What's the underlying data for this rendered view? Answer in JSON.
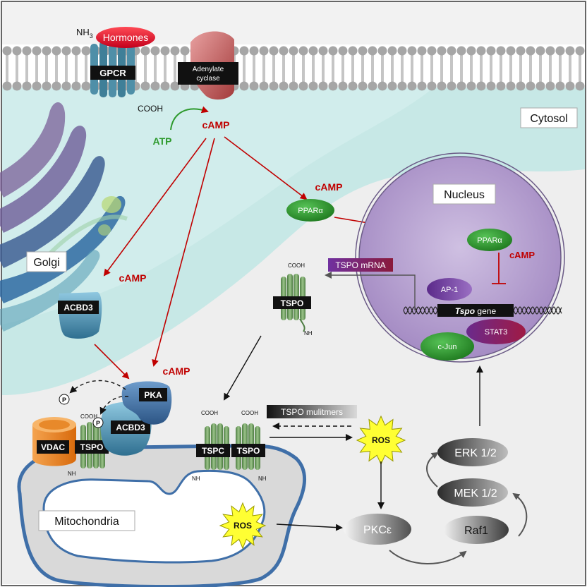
{
  "labels": {
    "nh3_top": "NH",
    "nh3_sub": "3",
    "hormones": "Hormones",
    "gpcr": "GPCR",
    "adenylate_line1": "Adenylate",
    "adenylate_line2": "cyclase",
    "cooh_gpcr": "COOH",
    "camp_main": "cAMP",
    "atp": "ATP",
    "cytosol": "Cytosol",
    "golgi": "Golgi",
    "camp_left": "cAMP",
    "camp_mid": "cAMP",
    "camp_ppar": "cAMP",
    "ppar_cyto": "PPARα",
    "nucleus": "Nucleus",
    "ppar_nuc": "PPARα",
    "camp_nuc": "cAMP",
    "tspo_mrna": "TSPO mRNA",
    "ap1": "AP-1",
    "tspo_gene_italic": "Tspo",
    "tspo_gene_rest": " gene",
    "stat3": "STAT3",
    "cjun": "c-Jun",
    "acbd3_top": "ACBD3",
    "cooh_free": "COOH",
    "tspo_free": "TSPO",
    "nh3_free": "NH",
    "pka": "PKA",
    "acbd3_low": "ACBD3",
    "p1": "P",
    "p2": "P",
    "cooh_vdac": "COOH",
    "vdac": "VDAC",
    "tspo_vdac": "TSPO",
    "nh3_vdac": "NH",
    "cooh_m1": "COOH",
    "cooh_m2": "COOH",
    "tspc": "TSPC",
    "tspo_m2": "TSPO",
    "nh3_m1": "NH",
    "nh3_m2": "NH",
    "tspo_multimers": "TSPO mulitmers",
    "ros_right": "ROS",
    "ros_mito": "ROS",
    "mitochondria": "Mitochondria",
    "pkce": "PKCε",
    "erk": "ERK 1/2",
    "mek": "MEK 1/2",
    "raf1": "Raf1"
  },
  "colors": {
    "camp_red": "#c00000",
    "atp_green": "#2e9a2e",
    "membrane_grey": "#a6a6a6",
    "cytosol_teal": "#bfe6e4",
    "nucleus_purple": "#b7a3cf",
    "mito_blue": "#3f6fa8",
    "ppar_green": "#2f9e2f",
    "tspo_green": "#6b9b5a",
    "vdac_orange": "#f07f1e",
    "acbd3_blue": "#4f97b8",
    "pka_blue": "#3f73a8",
    "mrna_purple": "#7030a0"
  }
}
